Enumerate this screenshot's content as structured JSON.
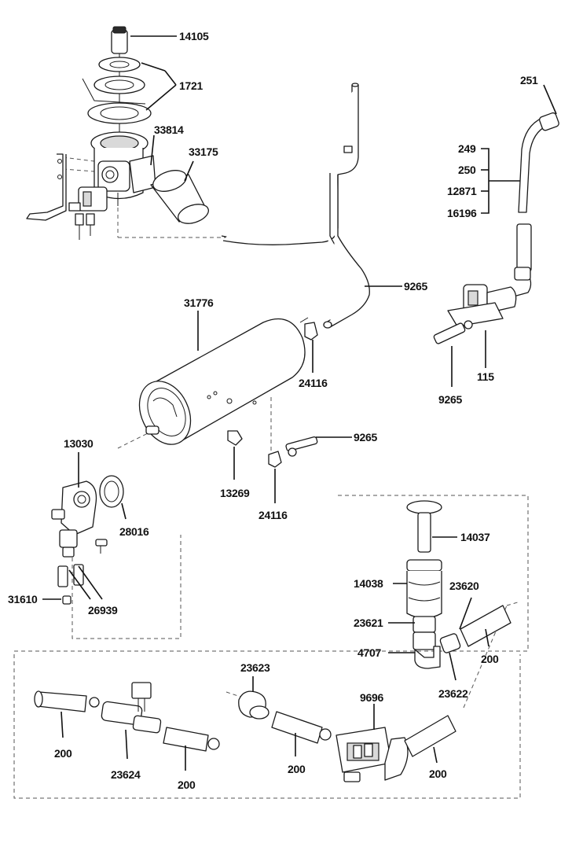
{
  "labels": {
    "p14105": "14105",
    "p1721": "1721",
    "p33814": "33814",
    "p33175": "33175",
    "p251": "251",
    "p249": "249",
    "p250": "250",
    "p12871": "12871",
    "p16196": "16196",
    "p9265a": "9265",
    "p31776": "31776",
    "p24116a": "24116",
    "p115": "115",
    "p9265b": "9265",
    "p13030": "13030",
    "p9265c": "9265",
    "p13269": "13269",
    "p24116b": "24116",
    "p28016": "28016",
    "p14037": "14037",
    "p14038": "14038",
    "p23620": "23620",
    "p31610": "31610",
    "p26939": "26939",
    "p23621": "23621",
    "p4707": "4707",
    "p200a": "200",
    "p23622": "23622",
    "p23623": "23623",
    "p9696": "9696",
    "p200b": "200",
    "p200c": "200",
    "p200d": "200",
    "p23624": "23624",
    "p200e": "200"
  }
}
